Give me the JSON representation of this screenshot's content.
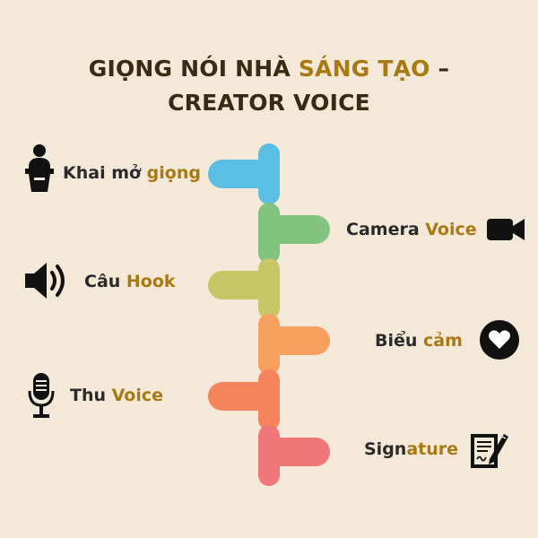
{
  "title": {
    "line1_dark": "GIỌNG NÓI NHÀ ",
    "line1_gold": "SÁNG TẠO",
    "line1_dash": "  –",
    "line2": "CREATOR VOICE"
  },
  "steps": [
    {
      "label_dark": "Khai mở ",
      "label_gold": "giọng",
      "icon": "podium-speaker-icon",
      "color": "#5bbfe3"
    },
    {
      "label_dark": "Camera ",
      "label_gold": "Voice",
      "icon": "video-camera-icon",
      "color": "#82c47f"
    },
    {
      "label_dark": "Câu ",
      "label_gold": "Hook",
      "icon": "speaker-volume-icon",
      "color": "#c6c766"
    },
    {
      "label_dark": "Biểu ",
      "label_gold": "cảm",
      "icon": "heart-circle-icon",
      "color": "#f5a05f"
    },
    {
      "label_dark": "Thu ",
      "label_gold": "Voice",
      "icon": "microphone-icon",
      "color": "#f5835c"
    },
    {
      "label_dark": "Sign",
      "label_gold": "ature",
      "icon": "signed-document-icon",
      "color": "#ef7779"
    }
  ],
  "colors": {
    "background": "#f4e8d8",
    "title_dark": "#3a2a14",
    "accent_gold": "#a97a12",
    "icon": "#111111"
  }
}
